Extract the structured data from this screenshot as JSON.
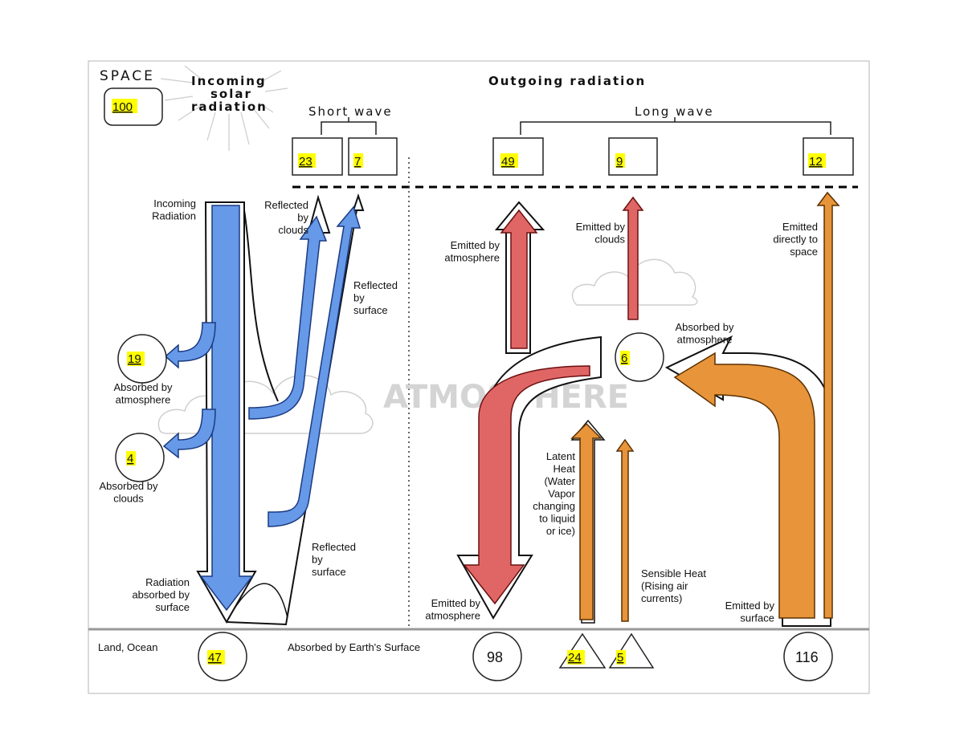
{
  "colors": {
    "shortwave": "#6699e8",
    "atmosphere_emission": "#e06666",
    "surface_longwave": "#e8943a",
    "highlight": "#ffff00",
    "border": "#999999"
  },
  "headers": {
    "space": "SPACE",
    "incoming_line1": "Incoming",
    "incoming_line2": "solar",
    "incoming_line3": "radiation",
    "outgoing": "Outgoing radiation",
    "short_wave": "Short wave",
    "long_wave": "Long wave",
    "watermark": "ATMOSPHERE",
    "ground": "Land, Ocean",
    "absorbed_surface": "Absorbed by Earth's Surface"
  },
  "values": {
    "incoming": "100",
    "reflected_clouds": "23",
    "reflected_surface": "7",
    "emitted_atmosphere_space": "49",
    "emitted_clouds_space": "9",
    "emitted_surface_space": "12",
    "absorbed_atmosphere": "19",
    "absorbed_clouds": "4",
    "absorbed_atmosphere_lw": "6",
    "surface_absorbed": "47",
    "back_radiation": "98",
    "latent": "24",
    "sensible": "5",
    "surface_emitted": "116"
  },
  "labels": {
    "incoming_radiation": [
      "Incoming",
      "Radiation"
    ],
    "reflected_by_clouds": [
      "Reflected",
      "by",
      "clouds"
    ],
    "reflected_by_surface_top": [
      "Reflected",
      "by",
      "surface"
    ],
    "absorbed_by_atmosphere": [
      "Absorbed by",
      "atmosphere"
    ],
    "absorbed_by_clouds": [
      "Absorbed by",
      "clouds"
    ],
    "radiation_absorbed_by_surface": [
      "Radiation",
      "absorbed by",
      "surface"
    ],
    "reflected_by_surface_bottom": [
      "Reflected",
      "by",
      "surface"
    ],
    "emitted_by_atmosphere_top": [
      "Emitted by",
      "atmosphere"
    ],
    "emitted_by_clouds": [
      "Emitted by",
      "clouds"
    ],
    "emitted_directly_to_space": [
      "Emitted",
      "directly to",
      "space"
    ],
    "absorbed_by_atmosphere_lw": [
      "Absorbed by",
      "atmosphere"
    ],
    "latent_heat": [
      "Latent",
      "Heat",
      "(Water",
      "Vapor",
      "changing",
      "to liquid",
      "or ice)"
    ],
    "sensible_heat": [
      "Sensible Heat",
      "(Rising air",
      "currents)"
    ],
    "emitted_by_atmosphere_bottom": [
      "Emitted by",
      "atmosphere"
    ],
    "emitted_by_surface": [
      "Emitted by",
      "surface"
    ]
  }
}
